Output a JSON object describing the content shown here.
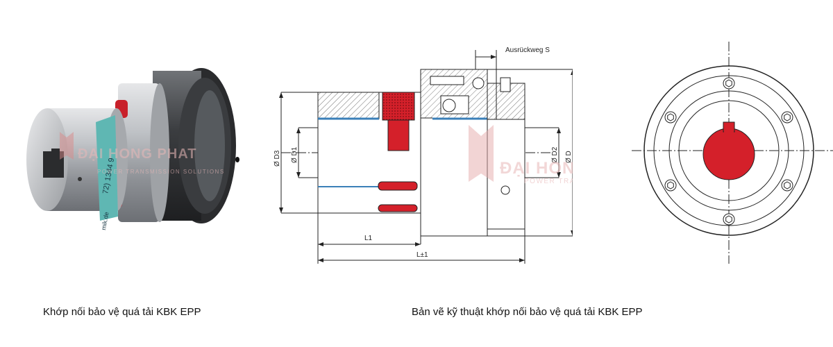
{
  "captions": {
    "left": "Khớp nối bảo vệ quá tải KBK EPP",
    "right": "Bản vẽ kỹ thuật khớp nối bảo vệ quá tải KBK EPP"
  },
  "watermark": {
    "brand": "ĐẠI HONG PHAT",
    "tagline": "POWER TRANSMISSION SOLUTIONS"
  },
  "photo": {
    "label_text": "72) 1344 9",
    "label_text_2": "mik.de"
  },
  "drawing": {
    "labels": {
      "ausruckweg": "Ausrückweg S",
      "d3": "Ø D3",
      "d1": "Ø D1",
      "d2": "Ø D2",
      "d": "Ø D",
      "l1": "L1",
      "l": "L±1"
    }
  },
  "colors": {
    "elastomer": "#d4202a",
    "hub_accent": "#3a7fb8",
    "steel": "#b9bcc0"
  }
}
